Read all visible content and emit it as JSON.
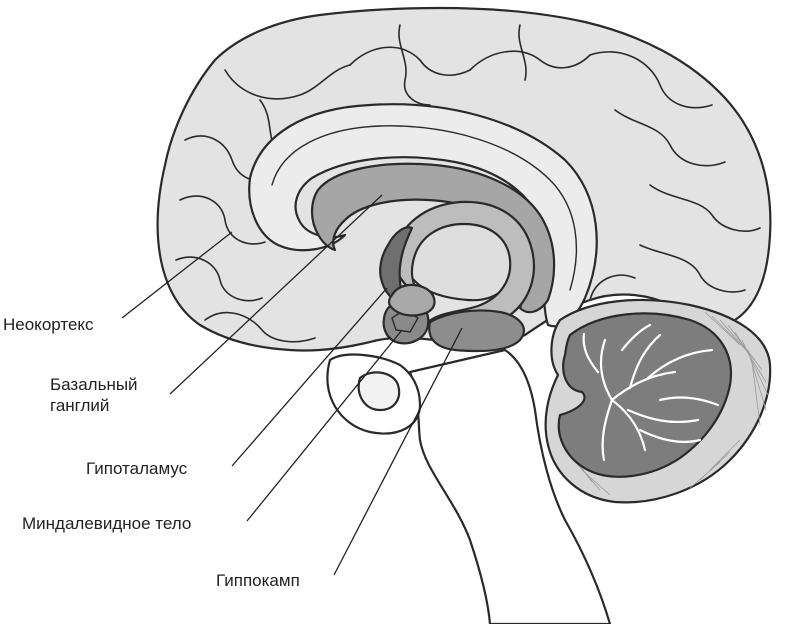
{
  "labels": {
    "neocortex": "Неокортекс",
    "basal_ganglia_line1": "Базальный",
    "basal_ganglia_line2": "ганглий",
    "hypothalamus": "Гипоталамус",
    "amygdala": "Миндалевидное тело",
    "hippocampus": "Гиппокамп"
  },
  "colors": {
    "background": "#ffffff",
    "cortex": "#e3e3e3",
    "stem": "#ffffff",
    "corpus_callosum": "#ececec",
    "lateral_ventricle": "#a6a6a6",
    "fornix": "#bdbdbd",
    "basal_ganglia": "#6f6f6f",
    "thalamus": "#dedede",
    "hypothalamus": "#a9a9a9",
    "amygdala": "#8a8a8a",
    "hippocampus": "#8d8d8d",
    "cerebellum_outer": "#d6d6d6",
    "cerebellum_inner": "#7d7d7d",
    "outline": "#2a2a2a",
    "text": "#222222"
  }
}
